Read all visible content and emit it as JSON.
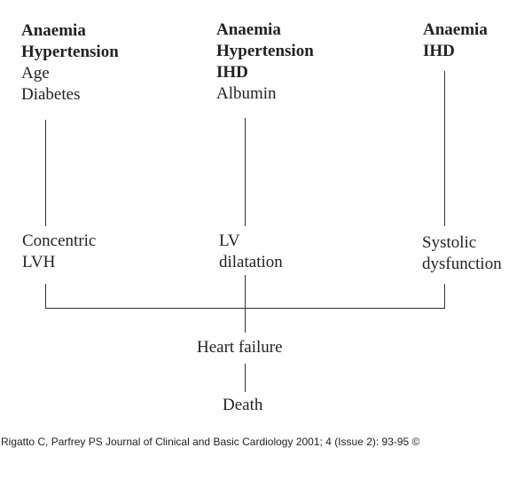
{
  "factors": {
    "left": {
      "bold": [
        "Anaemia",
        "Hypertension"
      ],
      "normal": [
        "Age",
        "Diabetes"
      ]
    },
    "middle": {
      "bold": [
        "Anaemia",
        "Hypertension",
        "IHD"
      ],
      "normal": [
        "Albumin"
      ]
    },
    "right": {
      "bold": [
        "Anaemia",
        "IHD"
      ],
      "normal": []
    }
  },
  "outcomes": {
    "left": [
      "Concentric",
      "LVH"
    ],
    "middle": [
      "LV",
      "dilatation"
    ],
    "right": [
      "Systolic",
      "dysfunction"
    ]
  },
  "heart_failure": "Heart failure",
  "death": "Death",
  "citation": "Rigatto C, Parfrey PS Journal of Clinical and Basic Cardiology 2001; 4 (Issue 2): 93-95 ©"
}
